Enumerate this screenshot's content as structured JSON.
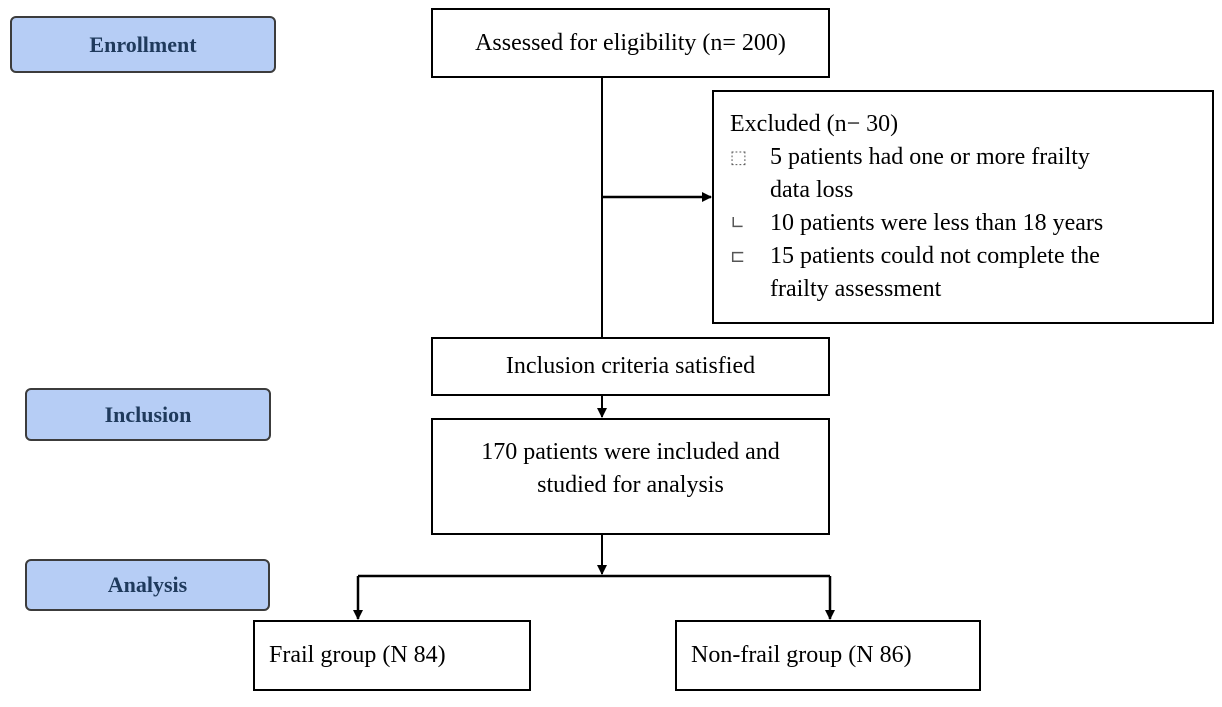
{
  "stages": {
    "enrollment": "Enrollment",
    "inclusion": "Inclusion",
    "analysis": "Analysis"
  },
  "boxes": {
    "assessed": "Assessed for eligibility (n= 200)",
    "excluded": {
      "heading": "Excluded (n− 30)",
      "items": [
        {
          "bullet": "⬚",
          "line1": "5 patients had one or more frailty",
          "line2": "data loss"
        },
        {
          "bullet": "∟",
          "line1": "10 patients were less than 18 years",
          "line2": ""
        },
        {
          "bullet": "⊏",
          "line1": "15 patients could not complete the",
          "line2": "frailty assessment"
        }
      ]
    },
    "criteria": "Inclusion criteria satisfied",
    "included": {
      "line1": "170 patients were included and",
      "line2": "studied for analysis"
    },
    "frail": "Frail group (N 84)",
    "nonfrail": "Non-frail group (N 86)"
  },
  "colors": {
    "stage_fill": "#b6cdf5",
    "stage_text": "#1f3a5c",
    "line": "#000000"
  }
}
